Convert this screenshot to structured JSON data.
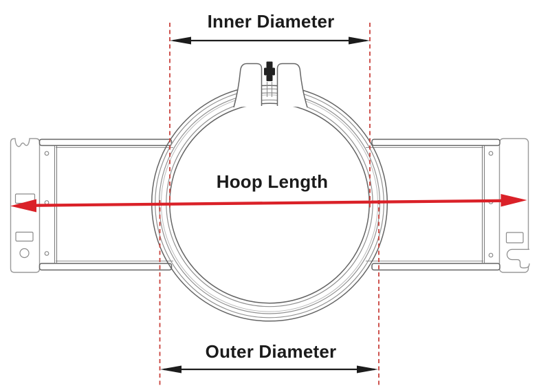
{
  "diagram": {
    "labels": {
      "inner_diameter": "Inner Diameter",
      "hoop_length": "Hoop Length",
      "outer_diameter": "Outer Diameter"
    },
    "colors": {
      "measurement_arrow": "#da2128",
      "guide_line": "#c9423c",
      "dimension_arrow": "#1c1c1c",
      "linework": "#646464"
    }
  }
}
